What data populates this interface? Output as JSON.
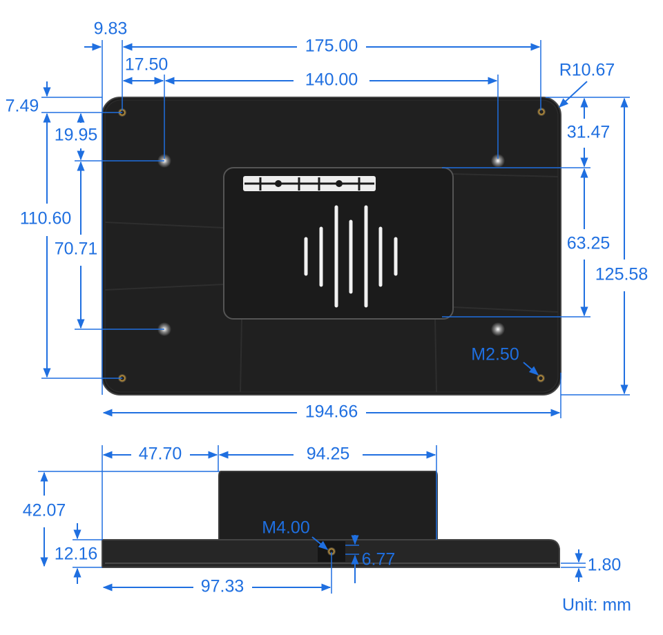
{
  "front_view": {
    "width_outer": "194.66",
    "hole_span_outer": "175.00",
    "hole_span_inner": "140.00",
    "left_offset_outer": "9.83",
    "left_offset_inner": "17.50",
    "corner_radius": "R10.67",
    "top_offset_outer": "7.49",
    "top_offset_inner": "19.95",
    "hole_vspan_outer": "110.60",
    "hole_vspan_inner": "70.71",
    "box_top_offset": "31.47",
    "box_height": "63.25",
    "height_outer": "125.58",
    "screw_size": "M2.50"
  },
  "side_view": {
    "left_to_box": "47.70",
    "box_width": "94.25",
    "total_depth": "42.07",
    "base_depth": "12.16",
    "port_label": "M4.00",
    "port_height": "6.77",
    "lip_height": "1.80",
    "port_offset": "97.33"
  },
  "unit_label": "Unit: mm",
  "colors": {
    "dimension": "#1f6fe0",
    "device": "#1c1c1c"
  }
}
